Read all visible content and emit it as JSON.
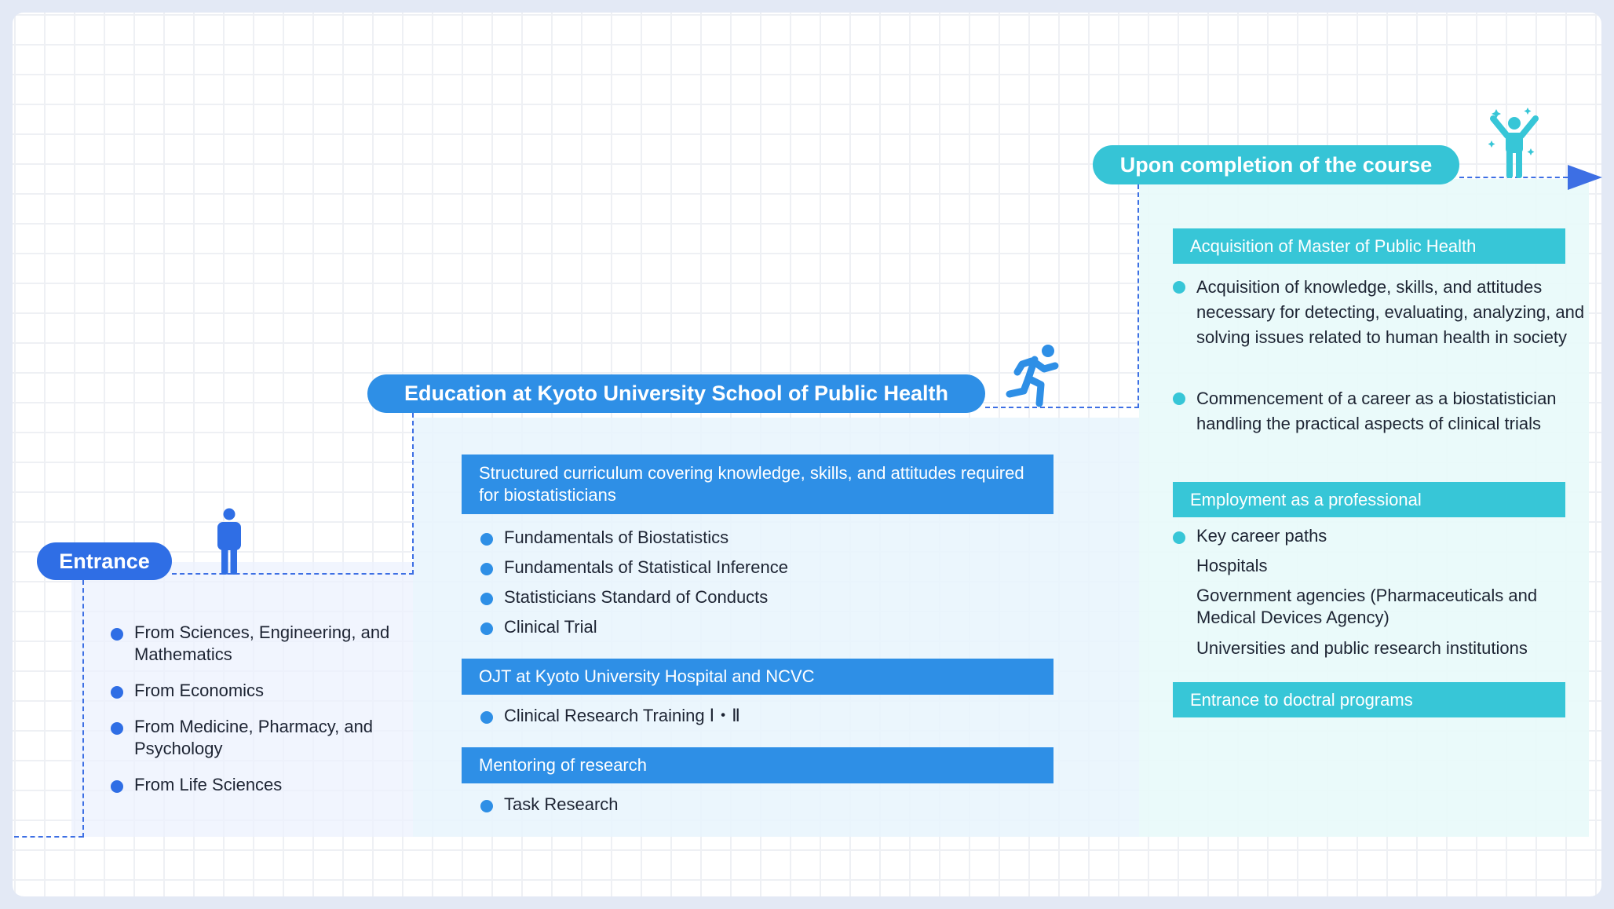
{
  "stages": {
    "entrance": {
      "title": "Entrance",
      "items": [
        "From Sciences, Engineering, and Mathematics",
        "From Economics",
        "From Medicine, Pharmacy, and Psychology",
        "From Life Sciences"
      ]
    },
    "education": {
      "title": "Education at Kyoto University School of Public Health",
      "sections": [
        {
          "header": "Structured curriculum covering knowledge, skills, and attitudes required for biostatisticians",
          "items": [
            "Fundamentals of Biostatistics",
            "Fundamentals of Statistical Inference",
            "Statisticians Standard of Conducts",
            "Clinical Trial"
          ]
        },
        {
          "header": "OJT at Kyoto University Hospital and NCVC",
          "items": [
            "Clinical Research Training Ⅰ・Ⅱ"
          ]
        },
        {
          "header": "Mentoring of research",
          "items": [
            "Task Research"
          ]
        }
      ]
    },
    "completion": {
      "title": "Upon completion of the course",
      "sections": [
        {
          "header": "Acquisition of Master of Public Health",
          "items": [
            "Acquisition of knowledge, skills, and attitudes necessary for detecting, evaluating, analyzing, and solving issues related to human health in society",
            "Commencement of a career as a biostatistician handling the practical aspects of clinical trials"
          ]
        },
        {
          "header": "Employment as a professional",
          "items": [
            "Key career paths"
          ],
          "sub_items": [
            "Hospitals",
            "Government agencies (Pharmaceuticals and Medical Devices Agency)",
            "Universities and public research institutions"
          ]
        },
        {
          "header": "Entrance to doctral programs"
        }
      ]
    }
  },
  "icons": {
    "standing": "standing-person-icon",
    "running": "running-person-icon",
    "celebrating": "celebrating-person-icon",
    "arrow": "arrow-right-icon"
  },
  "colors": {
    "entrance": "#2f6ee5",
    "education": "#2e8fe6",
    "completion": "#37c6d7",
    "dashed_line": "#3d6fe4"
  }
}
